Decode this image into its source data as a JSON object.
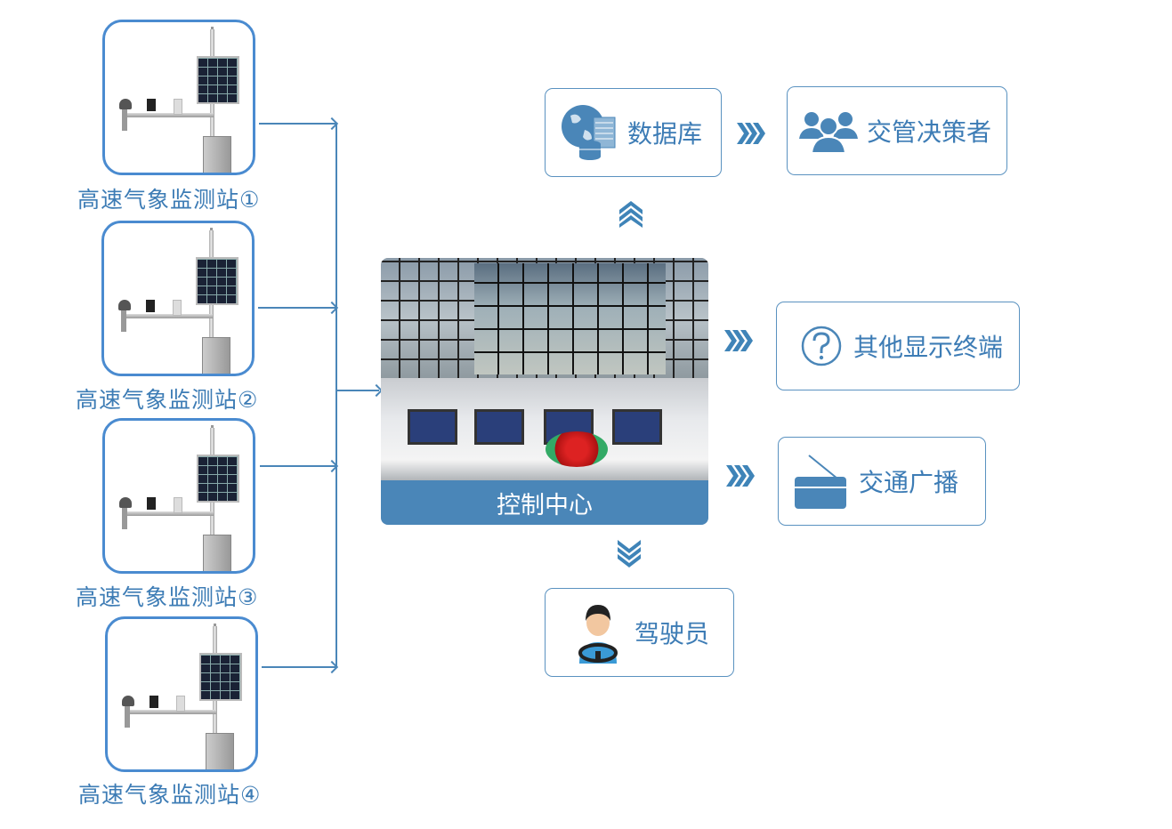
{
  "stations": [
    {
      "label": "高速气象监测站①"
    },
    {
      "label": "高速气象监测站②"
    },
    {
      "label": "高速气象监测站③"
    },
    {
      "label": "高速气象监测站④"
    }
  ],
  "control_center": {
    "label": "控制中心"
  },
  "nodes": {
    "database": {
      "label": "数据库",
      "icon": "globe-database-icon"
    },
    "decision_makers": {
      "label": "交管决策者",
      "icon": "people-group-icon"
    },
    "other_displays": {
      "label": "其他显示终端",
      "icon": "question-circle-icon"
    },
    "traffic_broadcast": {
      "label": "交通广播",
      "icon": "radio-icon"
    },
    "driver": {
      "label": "驾驶员",
      "icon": "driver-icon"
    }
  },
  "colors": {
    "accent": "#4a86b8",
    "station_border": "#4a8bd0",
    "text": "#3d7cb5"
  }
}
